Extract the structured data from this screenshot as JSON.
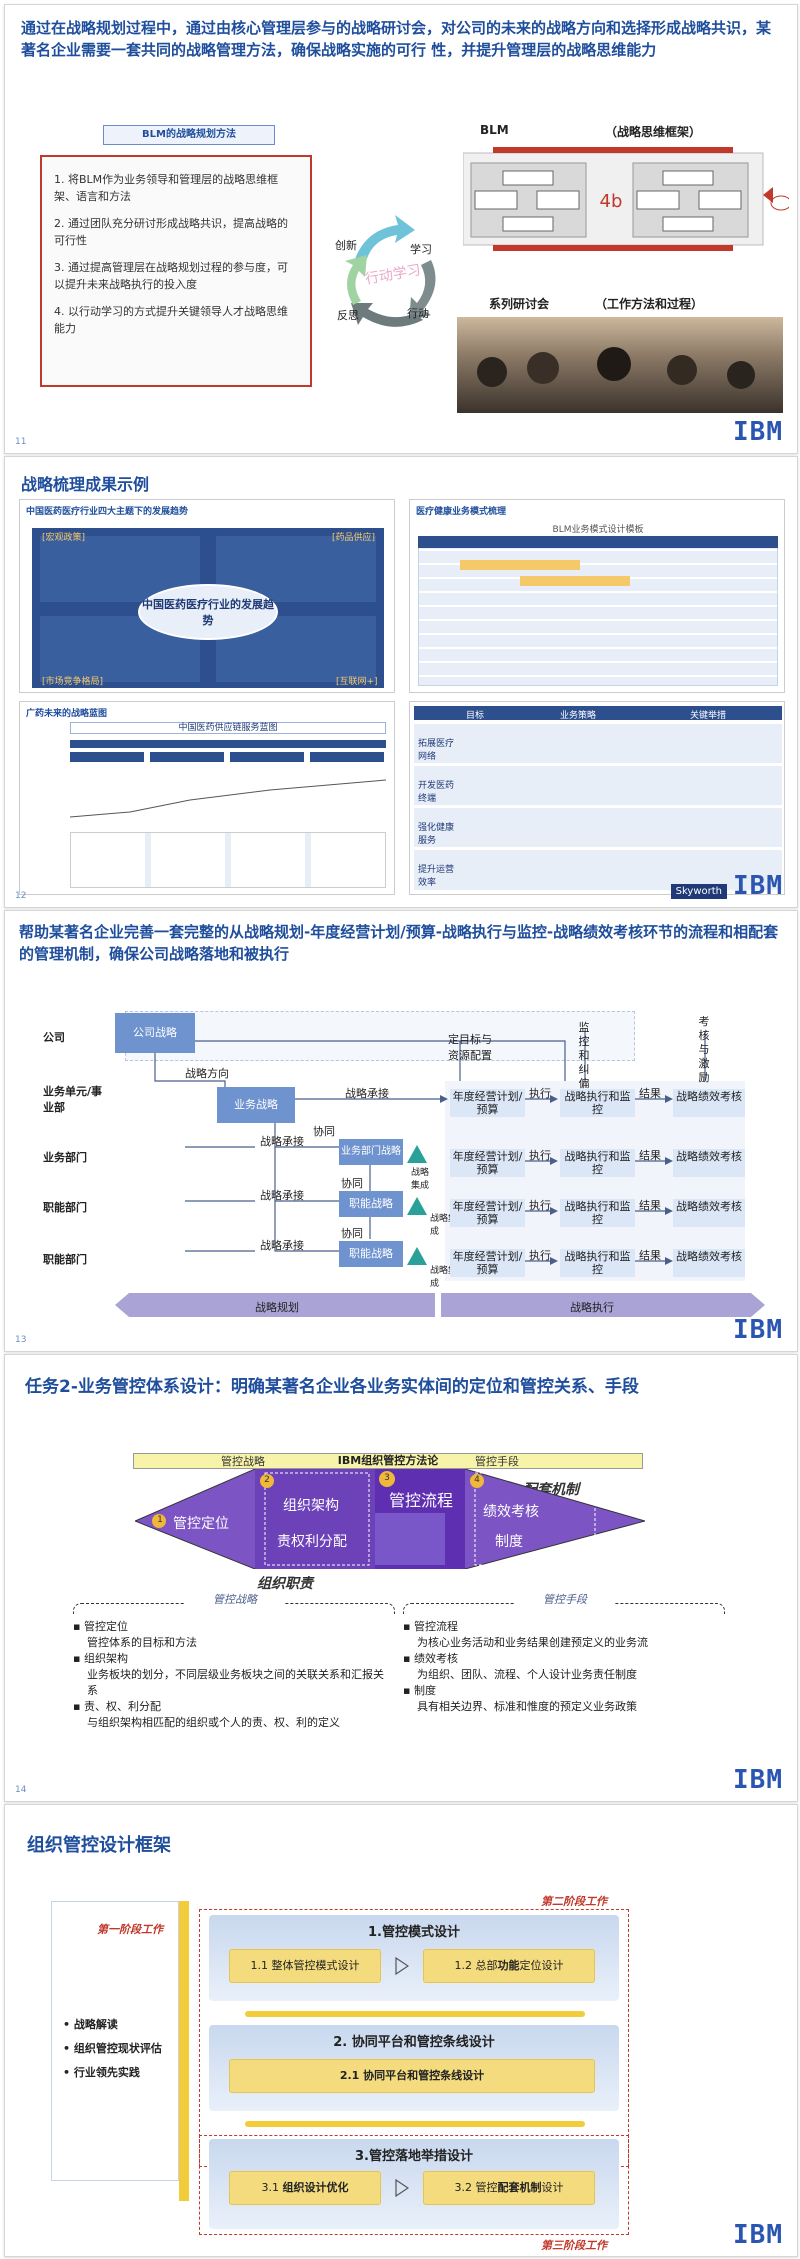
{
  "s1": {
    "title": "通过在战略规划过程中，通过由核心管理层参与的战略研讨会，对公司的未来的战略方向和选择形成战略共识，某著名企业需要一套共同的战略管理方法，确保战略实施的可行 性，并提升管理层的战略思维能力",
    "blm_box_title": "BLM的战略规划方法",
    "points": [
      "1. 将BLM作为业务领导和管理层的战略思维框架、语言和方法",
      "2. 通过团队充分研讨形成战略共识，提高战略的可行性",
      "3. 通过提高管理层在战略规划过程的参与度，可以提升未来战略执行的投入度",
      "4. 以行动学习的方式提升关键领导人才战略思维能力"
    ],
    "cycle": {
      "center": "行动学习",
      "top_left": "创新",
      "top_right": "学习",
      "bottom_left": "反思",
      "bottom_right": "行动"
    },
    "blm_label": "BLM",
    "blm_sub": "（战略思维框架）",
    "workshop_label": "系列研讨会",
    "workshop_sub": "（工作方法和过程）",
    "page": "11",
    "logo": "IBM"
  },
  "s2": {
    "title": "战略梳理成果示例",
    "q1_title": "中国医药医疗行业四大主题下的发展趋势",
    "q1_center": "中国医药医疗行业的发展趋势",
    "q1_tl": "[宏观政策]",
    "q1_tr": "[药品供应]",
    "q1_bl": "[市场竞争格局]",
    "q1_br": "[互联网+]",
    "q2_title": "医疗健康业务模式梳理",
    "q2_header": "BLM业务模式设计模板",
    "q3_title": "广药未来的战略蓝图",
    "q3_header": "中国医药供应链服务蓝图",
    "q4_cols": [
      "目标",
      "业务策略",
      "关键举措"
    ],
    "q4_rows": [
      "拓展医疗网络",
      "开发医药终端",
      "强化健康服务",
      "提升运营效率"
    ],
    "page": "12",
    "brand": "Skyworth",
    "logo": "IBM"
  },
  "s3": {
    "title": "帮助某著名企业完善一套完整的从战略规划-年度经营计划/预算-战略执行与监控-战略绩效考核环节的流程和相配套的管理机制，确保公司战略落地和被执行",
    "rows": [
      "公司",
      "业务单元/事业部",
      "业务部门",
      "职能部门",
      "职能部门"
    ],
    "company_strategy": "公司战略",
    "direction": "战略方向",
    "bu_strategy": "业务战略",
    "coord": "协同",
    "inherit": "战略承接",
    "dept_strategy": "业务部门战略",
    "func_strategy": "职能战略",
    "integrate": "战略集成",
    "resource": "定目标与资源配置",
    "monitor": "监控和纠偏",
    "assess": "考核与激励",
    "plan_box": "年度经营计划/预算",
    "exec_box": "战略执行和监控",
    "kpi_box": "战略绩效考核",
    "exec": "执行",
    "result": "结果",
    "band_left": "战略规划",
    "band_right": "战略执行",
    "page": "13",
    "logo": "IBM"
  },
  "s4": {
    "title": "任务2-业务管控体系设计：明确某著名企业各业务实体间的定位和管控关系、手段",
    "top_bar": "IBM组织管控方法论",
    "tab_left": "管控战略",
    "tab_right": "管控手段",
    "mechanism": "配套机制",
    "org": "组织职责",
    "n1": "1",
    "l1": "管控定位",
    "n2": "2",
    "l2a": "组织架构",
    "l2b": "责权利分配",
    "n3": "3",
    "l3": "管控流程",
    "n4": "4",
    "l4a": "绩效考核",
    "l4b": "制度",
    "left_head": "管控战略",
    "right_head": "管控手段",
    "left_items": [
      {
        "t": "管控定位",
        "d": "管控体系的目标和方法"
      },
      {
        "t": "组织架构",
        "d": "业务板块的划分，不同层级业务板块之间的关联关系和汇报关系"
      },
      {
        "t": "责、权、利分配",
        "d": "与组织架构相匹配的组织或个人的责、权、利的定义"
      }
    ],
    "right_items": [
      {
        "t": "管控流程",
        "d": "为核心业务活动和业务结果创建预定义的业务流"
      },
      {
        "t": "绩效考核",
        "d": "为组织、团队、流程、个人设计业务责任制度"
      },
      {
        "t": "制度",
        "d": "具有相关边界、标准和惟度的预定义业务政策"
      }
    ],
    "page": "14",
    "logo": "IBM"
  },
  "s5": {
    "title": "组织管控设计框架",
    "phase1": "第一阶段工作",
    "phase2": "第二阶段工作",
    "phase3": "第三阶段工作",
    "left_items": [
      "战略解读",
      "组织管控现状评估",
      "行业领先实践"
    ],
    "b1_title": "1.管控模式设计",
    "b1_l": "1.1 整体管控模式设计",
    "b1_r_pre": "1.2 总部",
    "b1_r_bold": "功能",
    "b1_r_post": "定位设计",
    "b2_title": "2. 协同平台和管控条线设计",
    "b2_item": "2.1 协同平台和管控条线设计",
    "b3_title": "3.管控落地举措设计",
    "b3_l_pre": "3.1 ",
    "b3_l_bold": "组织设计优化",
    "b3_r_pre": "3.2 管控",
    "b3_r_bold": "配套机制",
    "b3_r_post": "设计",
    "logo": "IBM"
  }
}
